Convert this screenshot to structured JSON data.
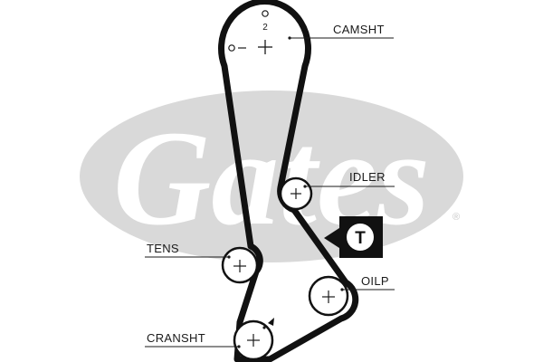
{
  "watermark": {
    "brand": "Gates",
    "registered_mark": "®",
    "color": "#d9d9d9"
  },
  "belt": {
    "color": "#111111"
  },
  "pulleys": {
    "camshaft": {
      "label": "CAMSHT",
      "timing_mark": "2"
    },
    "idler": {
      "label": "IDLER"
    },
    "tensioner": {
      "label": "TENS"
    },
    "oil_pump": {
      "label": "OILP"
    },
    "crankshaft": {
      "label": "CRANSHT"
    }
  },
  "badge": {
    "letter": "T",
    "icon": "tensioner-badge-icon"
  }
}
